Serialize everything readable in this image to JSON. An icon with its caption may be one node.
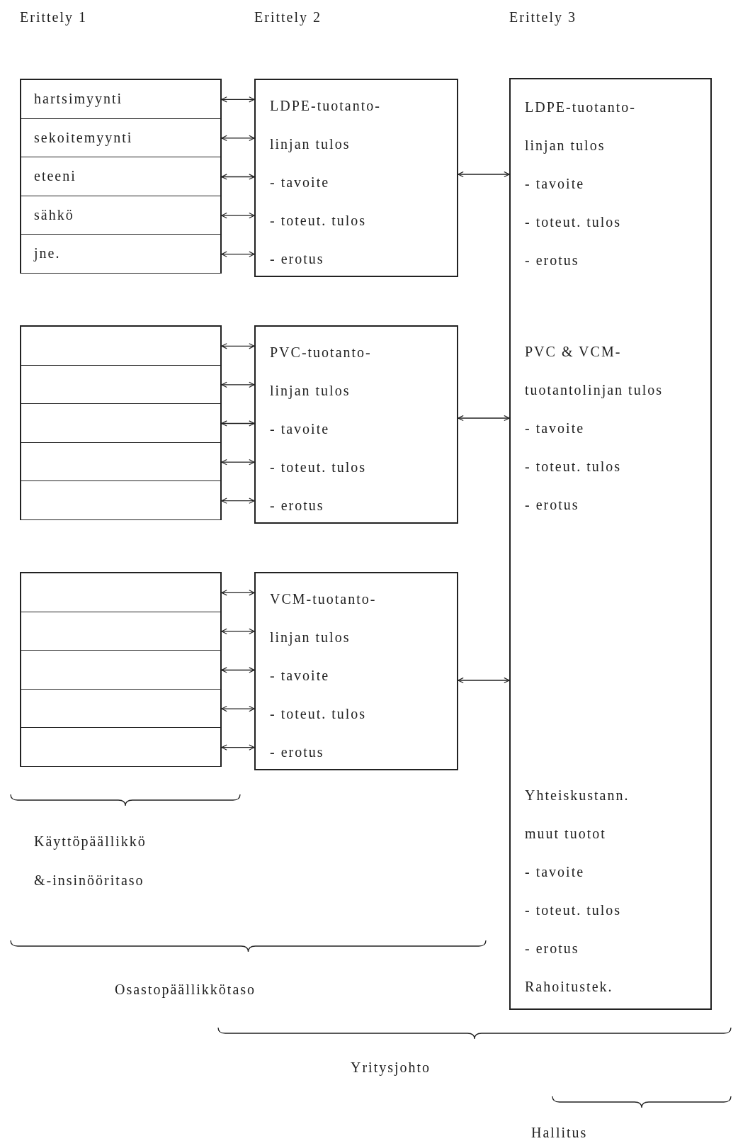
{
  "diagram": {
    "nodes": [
      {
        "text": [],
        "shape": "box"
      },
      {
        "text": [
          "hartsimyynti"
        ],
        "in": 0
      },
      {
        "text": [
          "sekoitemyynti"
        ],
        "in": 0
      },
      {
        "text": [
          "eteeni"
        ],
        "in": 0
      },
      {
        "text": [
          "sähkö"
        ],
        "in": 0
      },
      {
        "text": [
          "jne."
        ],
        "in": 0
      },
      {
        "text": [],
        "shape": "box"
      },
      {
        "text": [],
        "shape": "box",
        "in": 6
      },
      {
        "text": [],
        "shape": "box",
        "in": 6
      },
      {
        "text": [],
        "shape": "box",
        "in": 6
      },
      {
        "text": [],
        "shape": "box",
        "in": 6
      },
      {
        "text": [],
        "shape": "box",
        "in": 6
      },
      {
        "text": [],
        "shape": "box"
      },
      {
        "text": [],
        "shape": "box",
        "in": 12
      },
      {
        "text": [],
        "shape": "box",
        "in": 12
      },
      {
        "text": [],
        "shape": "box",
        "in": 12
      },
      {
        "text": [],
        "shape": "box",
        "in": 12
      },
      {
        "text": [],
        "shape": "box",
        "in": 12
      },
      {
        "text": [
          "LDPE-tuotanto- linjan tulos",
          "- tavoite",
          "- toteut. tulos",
          "- erotus"
        ]
      },
      {
        "text": [
          "PVC-tuotanto- linjan tulos",
          "- tavoite",
          "- toteut. tulos",
          "- erotus"
        ]
      },
      {
        "text": [
          "VCM-tuotanto- linjan tulos",
          "- tavoite",
          "- toteut. tulos",
          "- erotus"
        ]
      },
      {
        "text": [
          "LDPE-tuotanto- linjan tulos",
          "- tavoite",
          "- toteut. tulos",
          "- erotus",
          "PVC & VCM- tuotantolinjan tulos",
          "- tavoite",
          "- toteut. tulos",
          "- erotus",
          "Yhteiskustann. muut tuotot",
          "- tavoite",
          "- toteut. tulos",
          "- erotus",
          "Rahoitustek."
        ]
      }
    ],
    "edges": [
      {
        "from": 1,
        "to": 18,
        "arrow": "both"
      },
      {
        "from": 2,
        "to": 18,
        "arrow": "both"
      },
      {
        "from": 3,
        "to": 18,
        "arrow": "both"
      },
      {
        "from": 4,
        "to": 18,
        "arrow": "both"
      },
      {
        "from": 5,
        "to": 18,
        "arrow": "both"
      },
      {
        "from": 7,
        "to": 19,
        "arrow": "both"
      },
      {
        "from": 8,
        "to": 19,
        "arrow": "both"
      },
      {
        "from": 9,
        "to": 19,
        "arrow": "both"
      },
      {
        "from": 10,
        "to": 19,
        "arrow": "both"
      },
      {
        "from": 11,
        "to": 19,
        "arrow": "both"
      },
      {
        "from": 13,
        "to": 20,
        "arrow": "both"
      },
      {
        "from": 14,
        "to": 20,
        "arrow": "both"
      },
      {
        "from": 15,
        "to": 20,
        "arrow": "both"
      },
      {
        "from": 16,
        "to": 20,
        "arrow": "both"
      },
      {
        "from": 17,
        "to": 20,
        "arrow": "both"
      },
      {
        "from": 18,
        "to": 21,
        "arrow": "both"
      },
      {
        "from": 19,
        "to": 21,
        "arrow": "both"
      },
      {
        "from": 20,
        "to": 21,
        "arrow": "both"
      }
    ],
    "labels": [
      "Erittely 1",
      "Erittely 2",
      "Erittely 3",
      "Käyttöpäällikkö &-insinööritaso",
      "Osastopäällikkötaso",
      "Yritysjohto",
      "Hallitus"
    ]
  }
}
